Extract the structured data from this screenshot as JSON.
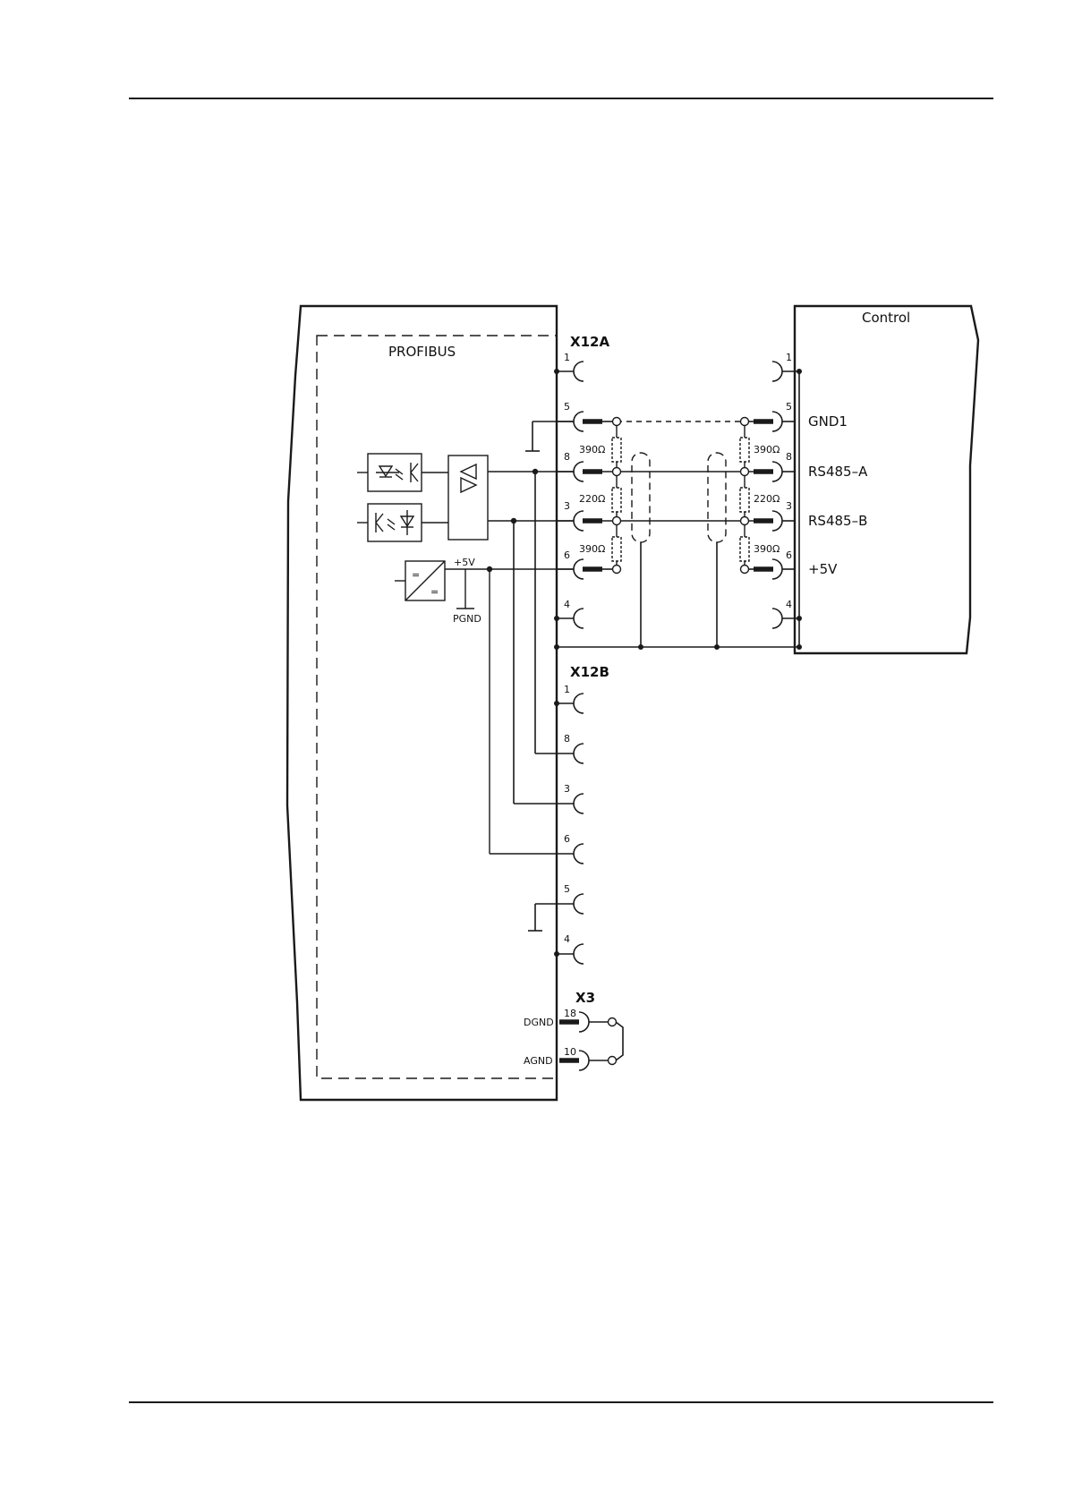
{
  "device_box": {
    "title": "PROFIBUS"
  },
  "control_box": {
    "title": "Control"
  },
  "connectors": {
    "x12a": {
      "label": "X12A",
      "pins": [
        "1",
        "5",
        "8",
        "3",
        "6",
        "4"
      ]
    },
    "x12b": {
      "label": "X12B",
      "pins": [
        "1",
        "8",
        "3",
        "6",
        "5",
        "4"
      ]
    },
    "x3": {
      "label": "X3",
      "pins": [
        {
          "num": "18",
          "name": "DGND"
        },
        {
          "num": "10",
          "name": "AGND"
        }
      ]
    },
    "control": {
      "pins": [
        {
          "num": "1",
          "signal": ""
        },
        {
          "num": "5",
          "signal": "GND1"
        },
        {
          "num": "8",
          "signal": "RS485–A"
        },
        {
          "num": "3",
          "signal": "RS485–B"
        },
        {
          "num": "6",
          "signal": "+5V"
        },
        {
          "num": "4",
          "signal": ""
        }
      ]
    }
  },
  "resistors": {
    "device_side": [
      "390Ω",
      "220Ω",
      "390Ω"
    ],
    "control_side": [
      "390Ω",
      "220Ω",
      "390Ω"
    ]
  },
  "power_supply": {
    "output_label": "+5V",
    "ground_label": "PGND",
    "symbol_top": "=",
    "symbol_bottom": "="
  },
  "colors": {
    "ink": "#1a1a1a",
    "background": "#ffffff"
  }
}
